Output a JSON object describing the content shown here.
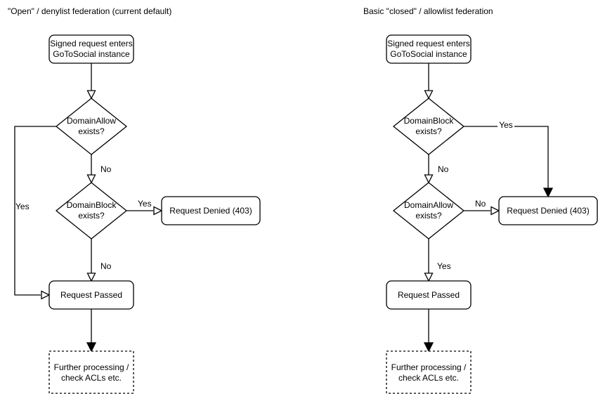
{
  "colors": {
    "stroke": "#000000",
    "node_fill": "#ffffff",
    "text": "#000000",
    "background": "#ffffff"
  },
  "left_chart": {
    "title": "\"Open\" / denylist federation (current default)",
    "nodes": {
      "start": {
        "line1": "Signed request enters",
        "line2": "GoToSocial instance"
      },
      "decision1": {
        "line1": "DomainAllow",
        "line2": "exists?"
      },
      "decision2": {
        "line1": "DomainBlock",
        "line2": "exists?"
      },
      "denied": {
        "label": "Request Denied (403)"
      },
      "passed": {
        "label": "Request Passed"
      },
      "further": {
        "line1": "Further processing /",
        "line2": "check ACLs etc."
      }
    },
    "edge_labels": {
      "decision1_yes": "Yes",
      "decision1_no": "No",
      "decision2_yes": "Yes",
      "decision2_no": "No"
    }
  },
  "right_chart": {
    "title": "Basic \"closed\" / allowlist federation",
    "nodes": {
      "start": {
        "line1": "Signed request enters",
        "line2": "GoToSocial instance"
      },
      "decision1": {
        "line1": "DomainBlock",
        "line2": "exists?"
      },
      "decision2": {
        "line1": "DomainAllow",
        "line2": "exists?"
      },
      "denied": {
        "label": "Request Denied (403)"
      },
      "passed": {
        "label": "Request Passed"
      },
      "further": {
        "line1": "Further processing /",
        "line2": "check ACLs etc."
      }
    },
    "edge_labels": {
      "decision1_yes": "Yes",
      "decision1_no": "No",
      "decision2_no": "No",
      "decision2_yes": "Yes"
    }
  }
}
